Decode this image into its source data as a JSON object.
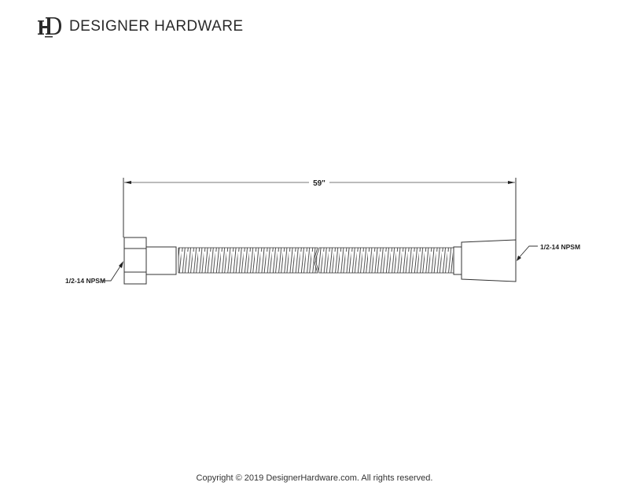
{
  "brand": {
    "logo_icon": "dh-monogram-icon",
    "name": "DESIGNER HARDWARE"
  },
  "drawing": {
    "title": "Shower hose technical drawing",
    "dimension": {
      "length_label": "59\""
    },
    "callouts": {
      "left_connection": "1/2-14 NPSM",
      "right_connection": "1/2-14 NPSM"
    },
    "colors": {
      "line": "#333333",
      "dimension_line": "#666666"
    }
  },
  "footer": {
    "copyright": "Copyright © 2019 DesignerHardware.com. All rights reserved."
  }
}
